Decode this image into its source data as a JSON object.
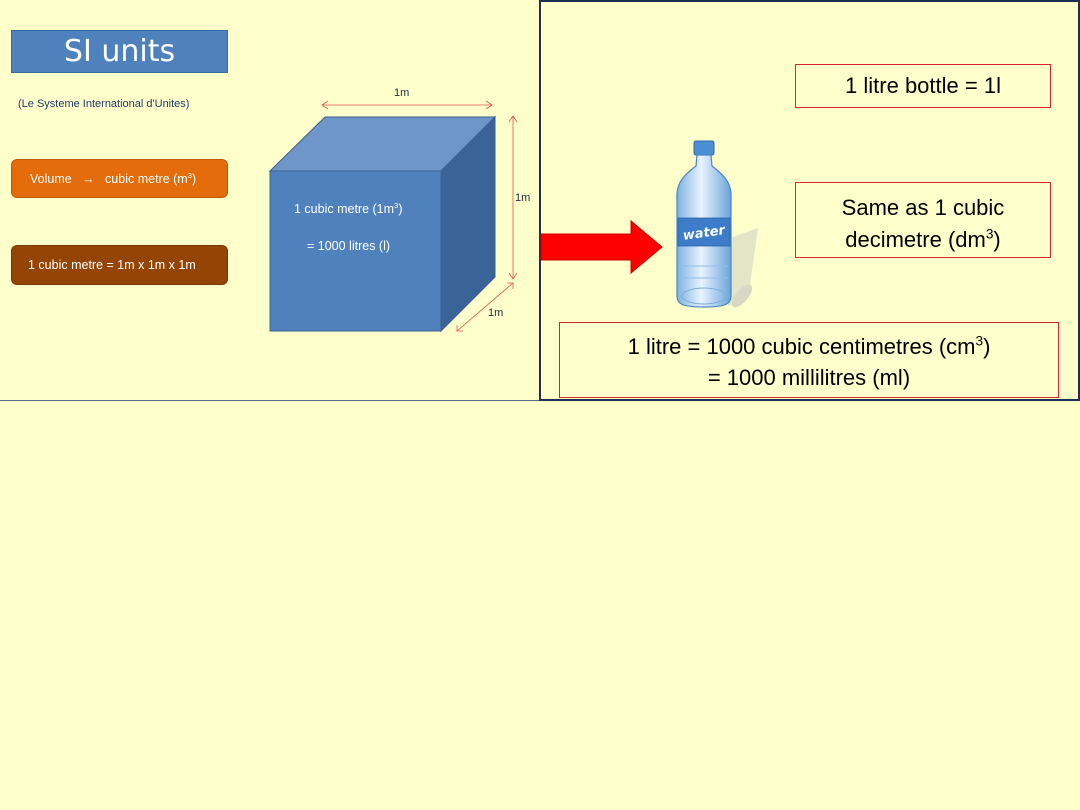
{
  "slide": {
    "title": "SI units",
    "subtitle": "(Le Systeme International d'Unites)",
    "volume_pill": {
      "label": "Volume",
      "arrow": "→",
      "unit": "cubic metre (m",
      "sup": "3",
      "close": ")"
    },
    "cubic_pill": {
      "label": "1 cubic metre = 1m x 1m x 1m"
    },
    "cube": {
      "line1_a": "1 cubic metre (1m",
      "line1_sup": "3",
      "line1_b": ")",
      "line2": "=  1000 litres (l)",
      "dim_top": "1m",
      "dim_right": "1m",
      "dim_bottom": "1m",
      "front_color": "#4f81bd",
      "top_color": "#6f96c9",
      "side_color": "#3a6498"
    }
  },
  "panel": {
    "bottle_box": "1 litre bottle = 1l",
    "dm_line1": "Same as 1 cubic",
    "dm_line2_a": "decimetre (dm",
    "dm_line2_sup": "3",
    "dm_line2_b": ")",
    "litre_line1_a": "1 litre = 1000 cubic centimetres (cm",
    "litre_line1_sup": "3",
    "litre_line1_b": ")",
    "litre_line2": "=  1000 millilitres (ml)",
    "bottle_label": "water",
    "arrow_color": "#ff0000"
  }
}
